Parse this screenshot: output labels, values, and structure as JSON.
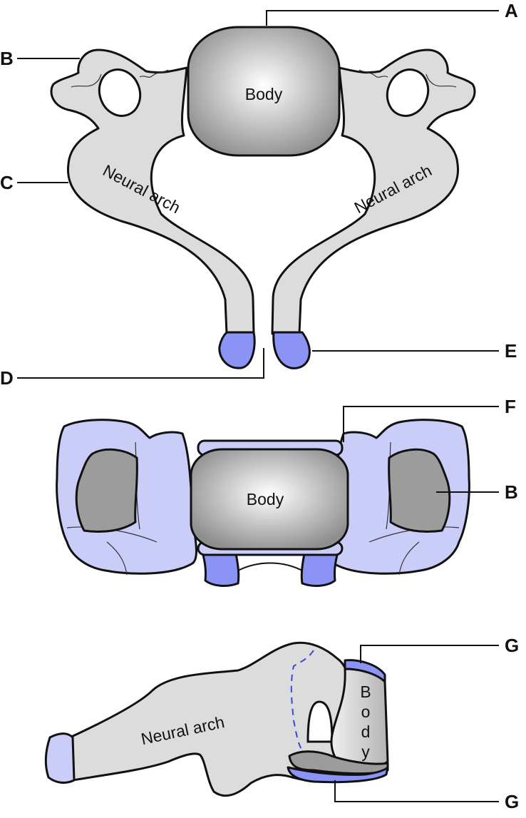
{
  "colors": {
    "bone": "#dcdcdc",
    "cartilage": "#8b93f5",
    "cartilage_pale": "#c9cdf7",
    "articular_facet": "#9c9c9c",
    "outline": "#111111"
  },
  "panels": {
    "top": {
      "body_label": "Body",
      "left_arch_label": "Neural arch",
      "right_arch_label": "Neural arch"
    },
    "middle": {
      "body_label": "Body"
    },
    "bottom": {
      "arch_label": "Neural arch",
      "body_letters": [
        "B",
        "o",
        "d",
        "y"
      ]
    }
  },
  "labels": {
    "A": "A",
    "B_top": "B",
    "C": "C",
    "D": "D",
    "E": "E",
    "F": "F",
    "B_middle": "B",
    "G_top": "G",
    "G_bottom": "G"
  }
}
